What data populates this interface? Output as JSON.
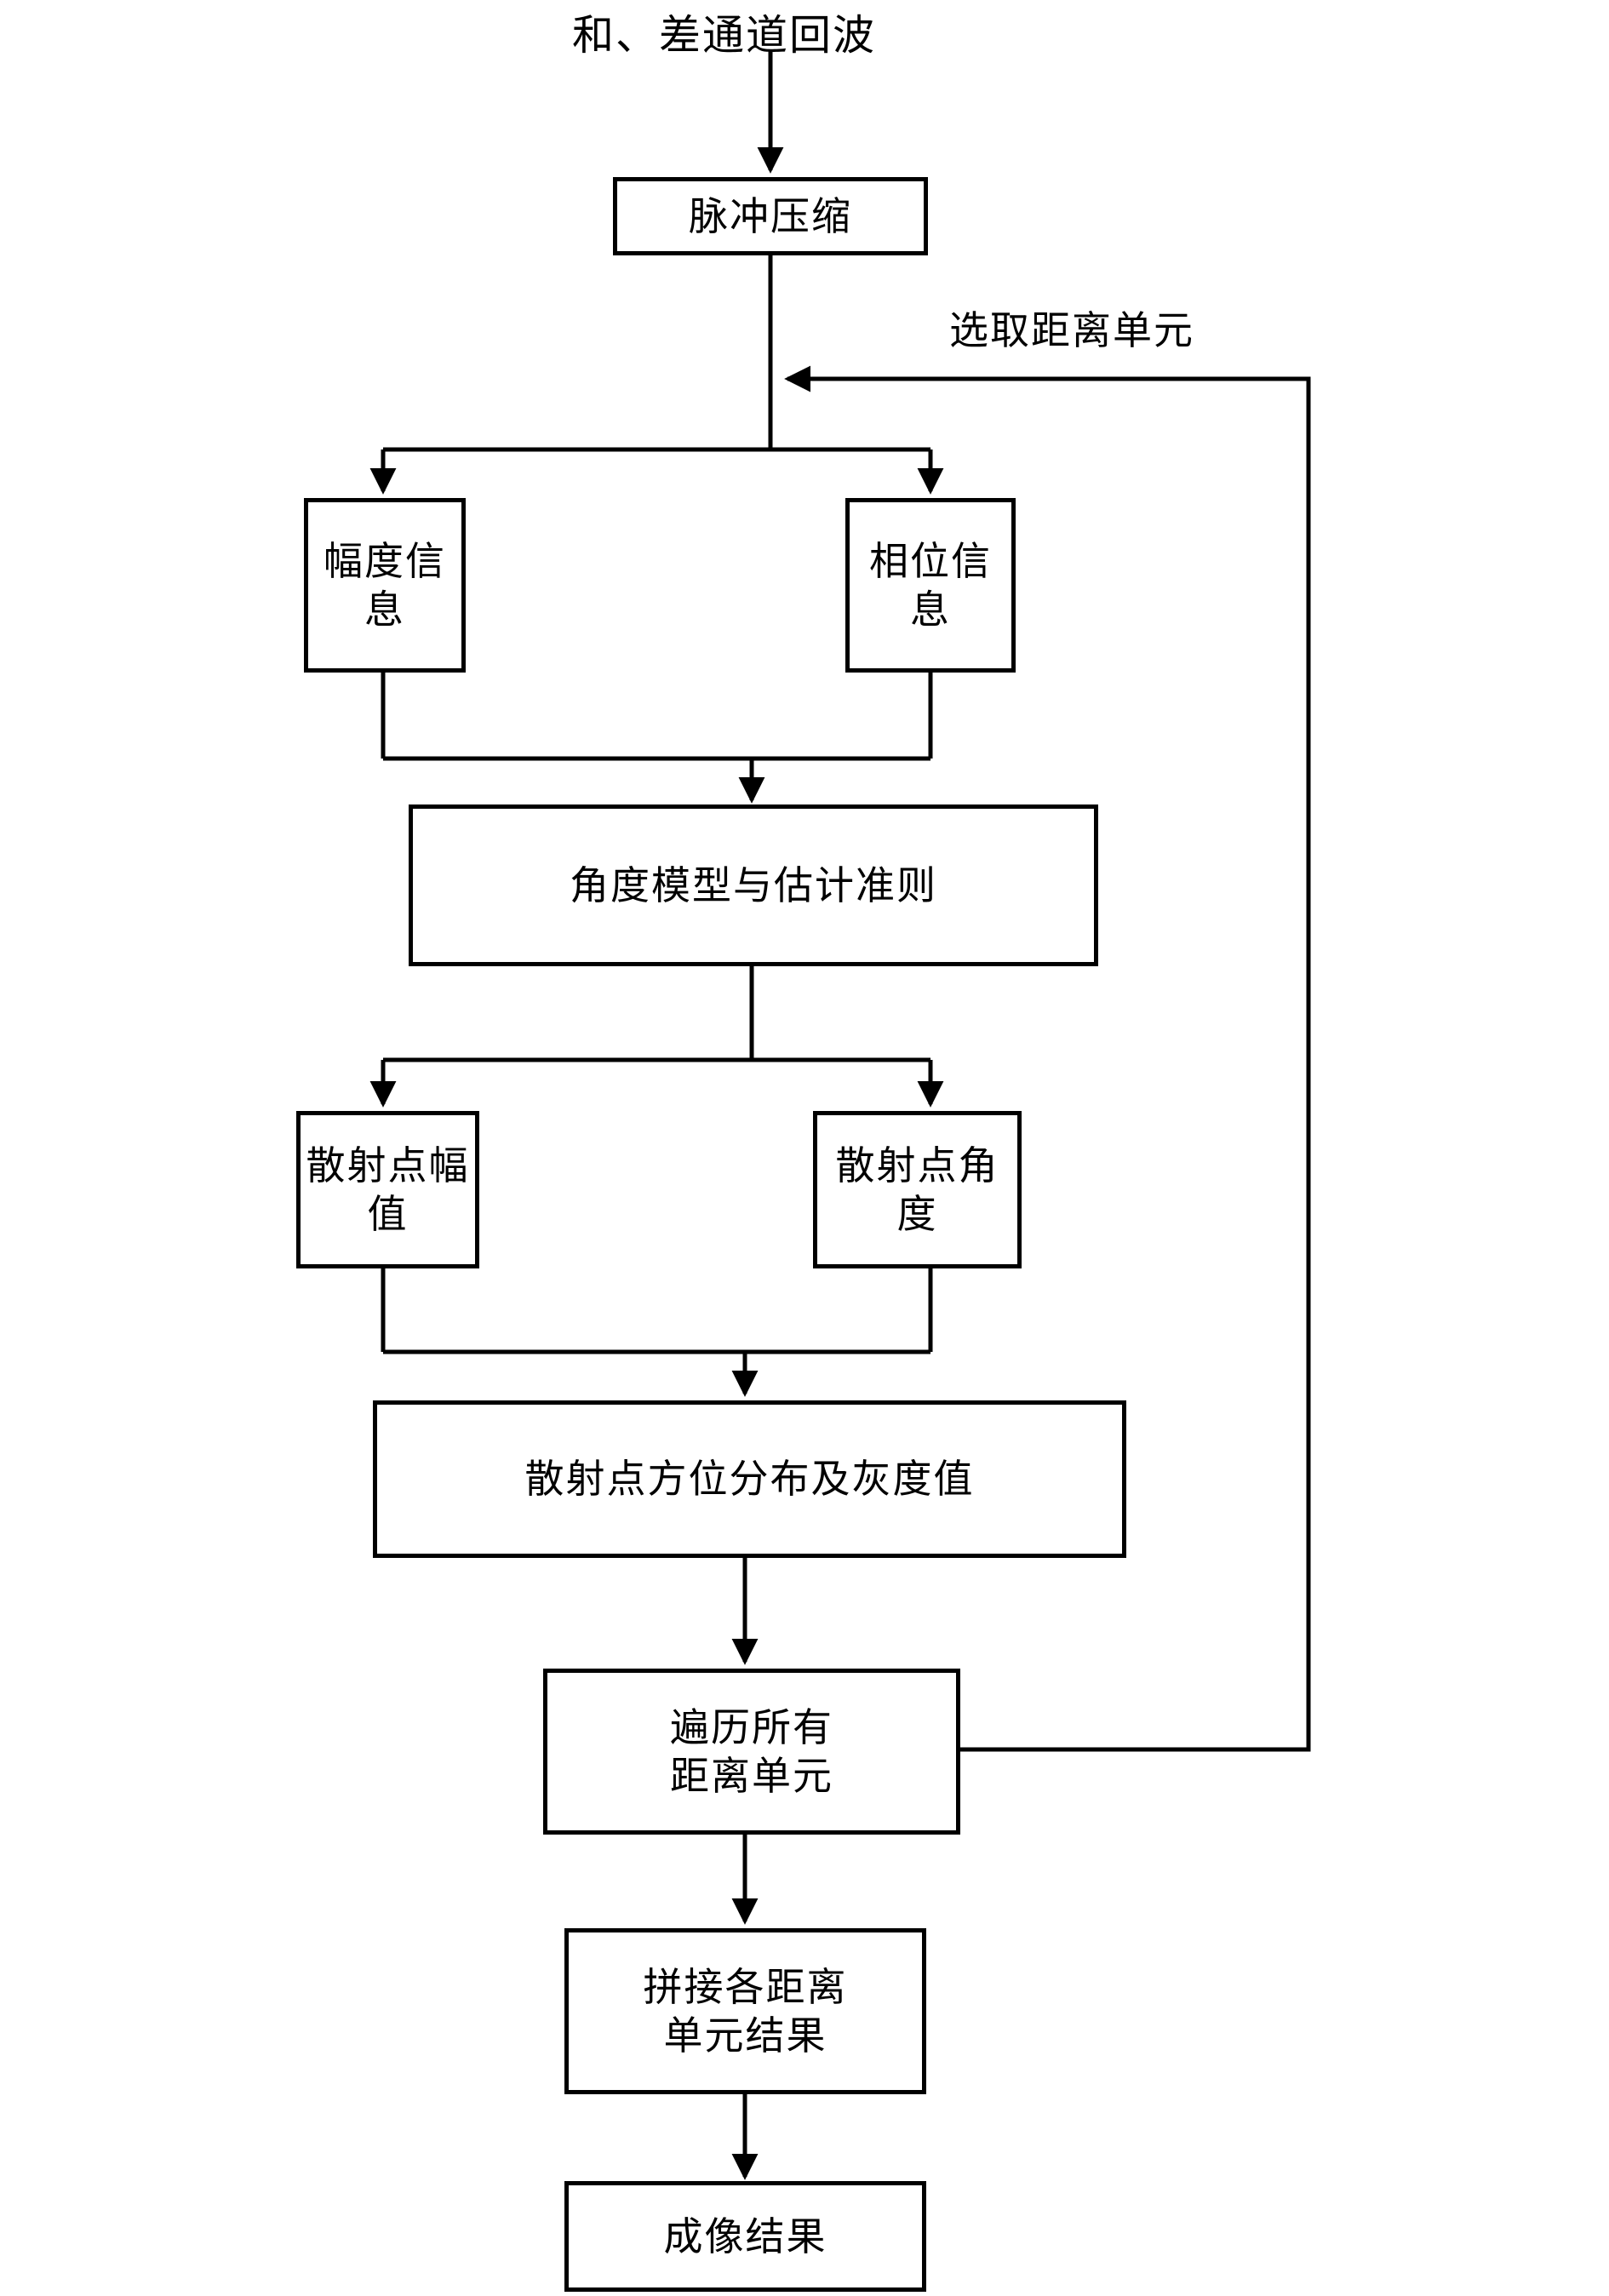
{
  "diagram": {
    "title": "和、差通道回波",
    "feedback_label": "选取距离单元",
    "nodes": {
      "pulse_compression": "脉冲压缩",
      "amplitude_info": "幅度信息",
      "phase_info": "相位信息",
      "angle_model": "角度模型与估计准则",
      "scatter_amplitude": "散射点幅值",
      "scatter_angle": "散射点角度",
      "azimuth_distribution": "散射点方位分布及灰度值",
      "traverse_cells": "遍历所有\n距离单元",
      "stitch_results": "拼接各距离\n单元结果",
      "imaging_result": "成像结果"
    },
    "colors": {
      "stroke": "#000000",
      "fill": "#ffffff",
      "text": "#000000"
    }
  }
}
